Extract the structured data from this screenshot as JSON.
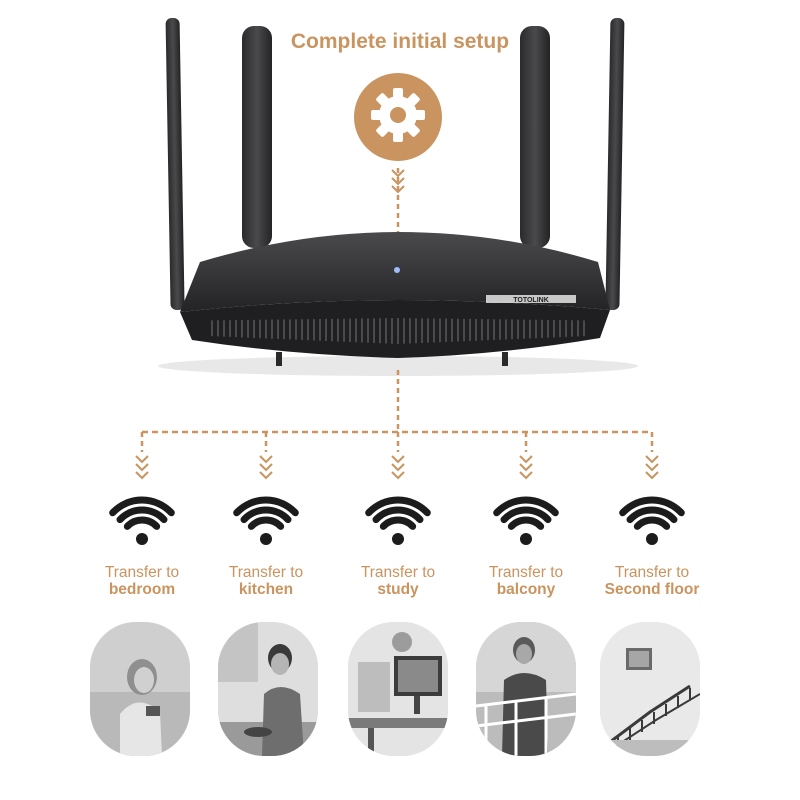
{
  "header": {
    "title": "Complete initial setup",
    "icon": "gear-icon"
  },
  "router": {
    "brand": "TOTOLINK"
  },
  "accent_color": "#c9945f",
  "destinations": [
    {
      "line1": "Transfer to",
      "line2": "bedroom"
    },
    {
      "line1": "Transfer to",
      "line2": "kitchen"
    },
    {
      "line1": "Transfer to",
      "line2": "study"
    },
    {
      "line1": "Transfer to",
      "line2": "balcony"
    },
    {
      "line1": "Transfer to",
      "line2": "Second floor"
    }
  ]
}
